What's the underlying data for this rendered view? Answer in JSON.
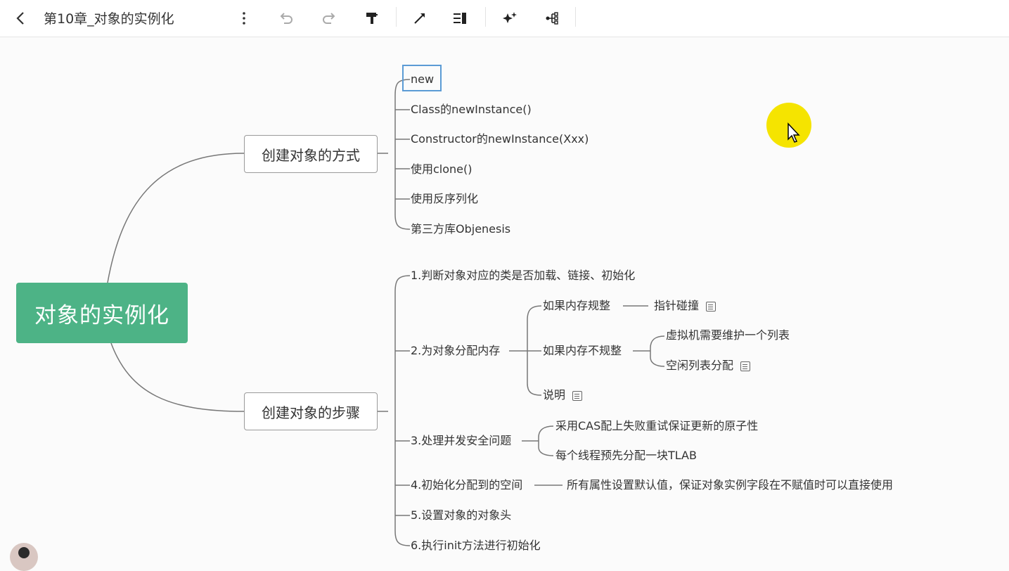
{
  "toolbar": {
    "title": "第10章_对象的实例化",
    "icons": [
      "back-arrow-icon",
      "more-vertical-icon",
      "undo-icon",
      "redo-icon",
      "format-painter-icon",
      "connect-line-icon",
      "summary-icon",
      "magic-style-icon",
      "structure-icon"
    ]
  },
  "mindmap": {
    "root": "对象的实例化",
    "branch1": {
      "label": "创建对象的方式",
      "items": [
        "new",
        "Class的newInstance()",
        "Constructor的newInstance(Xxx)",
        "使用clone()",
        "使用反序列化",
        "第三方库Objenesis"
      ]
    },
    "branch2": {
      "label": "创建对象的步骤",
      "step1": "1.判断对象对应的类是否加载、链接、初始化",
      "step2": {
        "label": "2.为对象分配内存",
        "regular": {
          "label": "如果内存规整",
          "child": "指针碰撞"
        },
        "irregular": {
          "label": "如果内存不规整",
          "children": [
            "虚拟机需要维护一个列表",
            "空闲列表分配"
          ]
        },
        "note": "说明"
      },
      "step3": {
        "label": "3.处理并发安全问题",
        "children": [
          "采用CAS配上失败重试保证更新的原子性",
          "每个线程预先分配一块TLAB"
        ]
      },
      "step4": {
        "label": "4.初始化分配到的空间",
        "child": "所有属性设置默认值，保证对象实例字段在不赋值时可以直接使用"
      },
      "step5": "5.设置对象的对象头",
      "step6": "6.执行init方法进行初始化"
    }
  },
  "colors": {
    "root": "#4db386",
    "selection": "#5b9bd5",
    "cursor_highlight": "#f5e400"
  }
}
